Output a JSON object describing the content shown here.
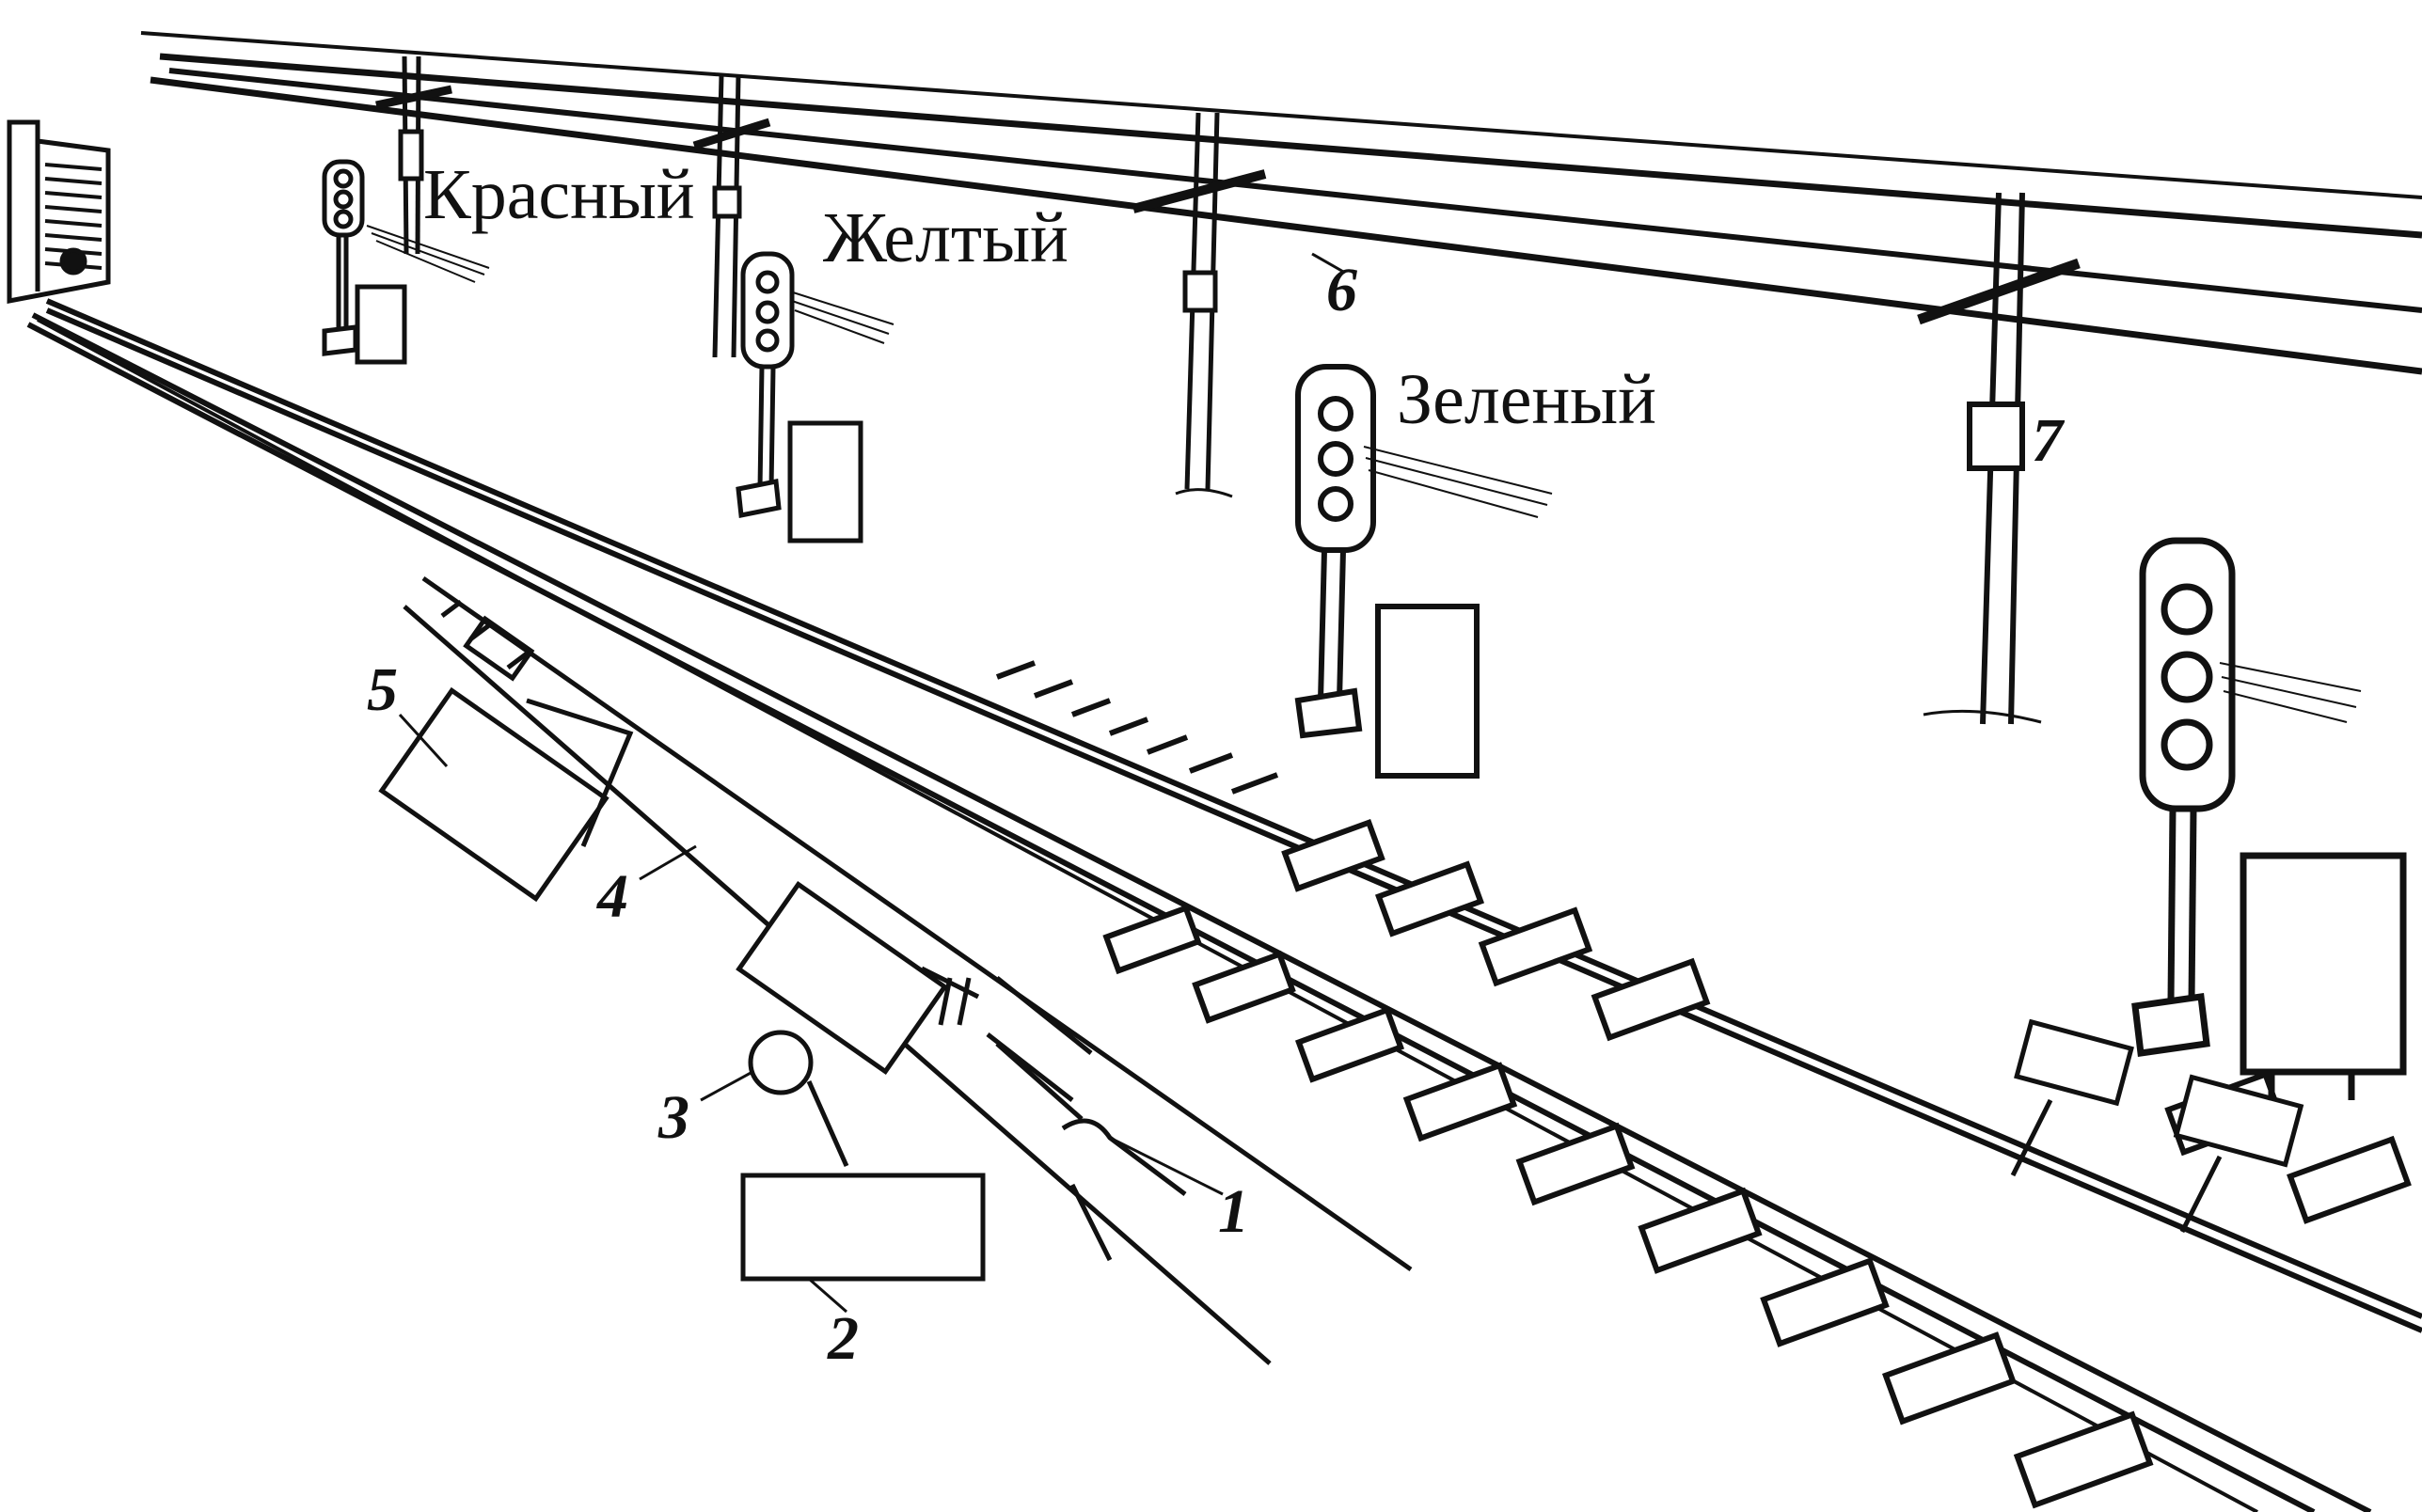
{
  "signal_labels": {
    "red": "Красный",
    "yellow": "Желтый",
    "green": "Зеленый"
  },
  "callouts": {
    "c1": "1",
    "c2": "2",
    "c3": "3",
    "c4": "4",
    "c5": "5",
    "c6": "6",
    "c7": "7"
  },
  "colors": {
    "ink": "#111111",
    "background": "#ffffff"
  }
}
